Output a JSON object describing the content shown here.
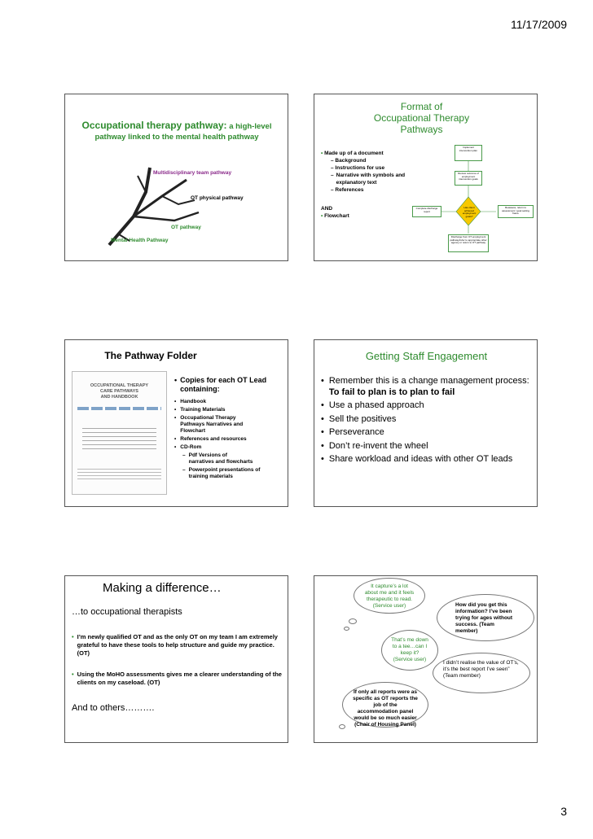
{
  "header": {
    "date": "11/17/2009"
  },
  "footer": {
    "page_number": "3"
  },
  "slide1": {
    "title_main": "Occupational therapy pathway:",
    "title_rest": " a high-level pathway linked to the mental health pathway",
    "label_multidisciplinary": "Multidisciplinary team pathway",
    "label_ot_physical": "OT physical pathway",
    "label_ot_pathway": "OT pathway",
    "label_mental_health": "Mental Health Pathway"
  },
  "slide2": {
    "title_line1": "Format of",
    "title_line2": "Occupational Therapy",
    "title_line3": "Pathways",
    "bullet1": "Made up of a document",
    "sub1": "Background",
    "sub2": "Instructions for use",
    "sub3": "Narrative with symbols and explanatory text",
    "sub4": "References",
    "and_label": "AND",
    "bullet2": "Flowchart",
    "fc_implement": "Implement intervention plan",
    "fc_review": "Review outcome of employment intervention goals",
    "fc_complete": "Complete discharge report",
    "fc_decision": "Has client achieved employment goals?",
    "fc_reassess": "Reassess, return to assessment / goal setting frame",
    "fc_discharge": "Discharge from OT employment pathway/refer to appropriate other agency or return to OT pathway"
  },
  "slide3": {
    "title": "The Pathway Folder",
    "cover_line1": "OCCUPATIONAL THERAPY",
    "cover_line2": "CARE PATHWAYS",
    "cover_line3": "AND HANDBOOK",
    "bullet_main": "Copies for each OT Lead containing:",
    "items": [
      "Handbook",
      "Training Materials",
      "Occupational Therapy Pathways Narratives and Flowchart",
      "References and resources",
      "CD-Rom"
    ],
    "sub1": "Pdf Versions of narratives and flowcharts",
    "sub2": "Powerpoint presentations of training materials"
  },
  "slide4": {
    "title": "Getting Staff Engagement",
    "b1_text": "Remember this is a change management process: ",
    "b1_bold": "To fail to plan is to plan to fail",
    "b2": "Use a phased approach",
    "b3": "Sell the positives",
    "b4": "Perseverance",
    "b5": "Don’t re-invent the wheel",
    "b6": "Share workload and ideas with other OT leads"
  },
  "slide5": {
    "title": "Making a difference…",
    "subtitle": "…to occupational therapists",
    "bullet1": "I’m newly qualified OT and as the only OT on my team I am extremely grateful to have these tools to help structure and guide my practice.  (OT)",
    "bullet2": "Using the MoHO assessments gives me a clearer understanding of the clients on my caseload. (OT)",
    "footer": "And to others………."
  },
  "slide6": {
    "cloud1": "It capture’s a lot about me and it feels therapeutic to read. (Service user)",
    "cloud2": "How did you get this information? I’ve been trying for ages without success. (Team member)",
    "cloud3": "That’s me down to a tee…can I keep it? (Service user)",
    "cloud4": "I didn’t realise the value of OT’s, it’s the best report I’ve seen” (Team member)",
    "cloud5": "If only all reports were as specific as OT reports the job of the accommodation panel would be so much easier (Chair of Housing Panel)"
  }
}
